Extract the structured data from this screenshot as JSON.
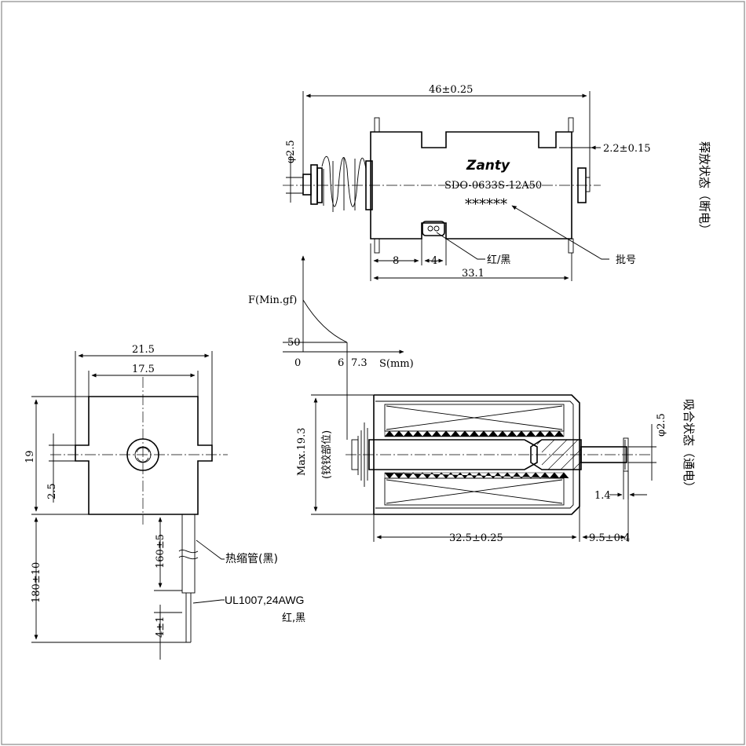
{
  "top_view": {
    "brand": "Zanty",
    "model": "SDO-0633S-12A50",
    "batch_mark": "******",
    "dim_total_length": "46±0.25",
    "dim_plunger_dia": "φ2.5",
    "dim_end_offset": "2.2±0.15",
    "dim_8": "8",
    "dim_4": "4",
    "dim_body": "33.1",
    "label_wire": "红/黑",
    "label_batch": "批号",
    "state_label": "释放状态（断电）"
  },
  "force_curve": {
    "y_axis_label": "F(Min.gf)",
    "x_axis_label": "S(mm)",
    "y_tick_50": "50",
    "x_tick_0": "0",
    "x_tick_6": "6",
    "x_tick_73": "7.3"
  },
  "side_view": {
    "dim_width_outer": "21.5",
    "dim_width_inner": "17.5",
    "dim_height": "19",
    "dim_tab": "2.5",
    "dim_lead_160": "160±5",
    "dim_lead_180": "180±10",
    "dim_strip": "4±1",
    "label_heat_shrink": "热缩管(黑)",
    "label_wire_spec": "UL1007,24AWG",
    "label_wire_color": "红,黑"
  },
  "section_view": {
    "dim_max_height": "Max.19.3",
    "dim_max_height_note": "(铰铰部位)",
    "dim_plunger_dia": "φ2.5",
    "dim_14": "1.4",
    "dim_body_length": "32.5±0.25",
    "dim_stroke": "9.5±0.4",
    "state_label": "吸合状态（通电）"
  }
}
